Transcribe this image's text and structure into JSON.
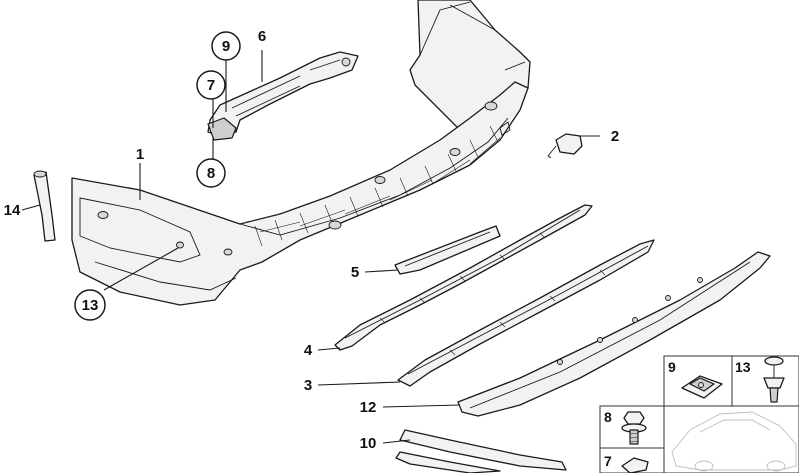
{
  "callouts": {
    "c1": "1",
    "c2": "2",
    "c3": "3",
    "c4": "4",
    "c5": "5",
    "c6": "6",
    "c7": "7",
    "c8": "8",
    "c9": "9",
    "c10": "10",
    "c12": "12",
    "c13": "13",
    "c14": "14"
  },
  "legend": {
    "cell_9": "9",
    "cell_13": "13",
    "cell_8": "8",
    "cell_7": "7"
  },
  "colors": {
    "line": "#1a1a1a",
    "fill_light": "#f2f2f2",
    "fill_dark": "#cfcfcf"
  }
}
